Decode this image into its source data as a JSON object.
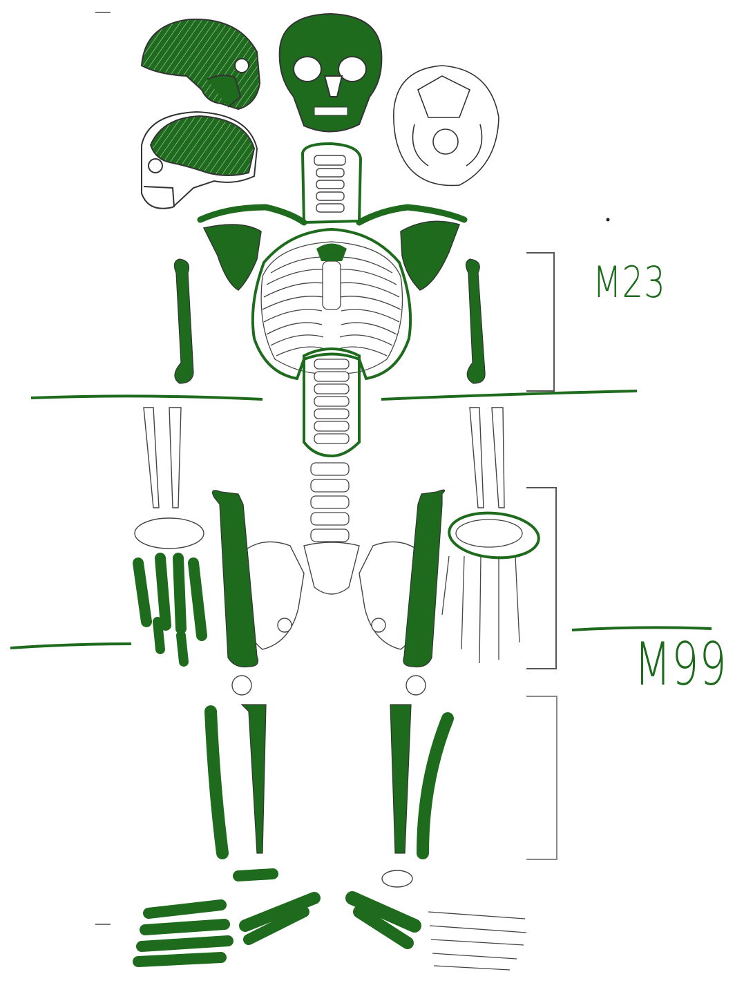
{
  "diagram": {
    "ink_color": "#1e6b1e",
    "outline_color": "#3a3a3a",
    "bracket_color": "#555555",
    "annotations": [
      {
        "id": "m23",
        "text": "M23"
      },
      {
        "id": "m99",
        "text": "M99"
      }
    ]
  }
}
